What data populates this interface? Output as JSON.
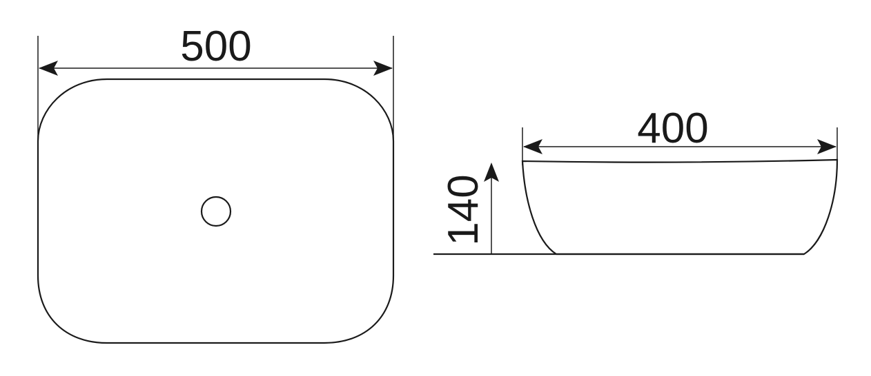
{
  "dimensions": {
    "width_top": "500",
    "width_side": "400",
    "height_side": "140"
  },
  "colors": {
    "line": "#1a1a1a",
    "background": "#ffffff"
  }
}
